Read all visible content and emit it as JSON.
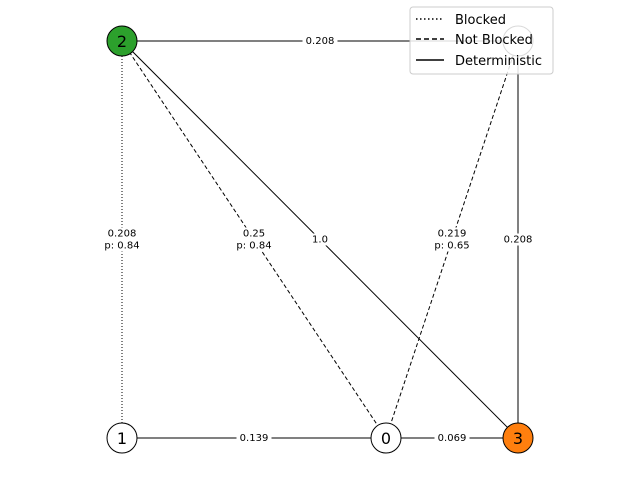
{
  "nodes": [
    {
      "id": "0",
      "label": "0",
      "color": "#ffffff"
    },
    {
      "id": "1",
      "label": "1",
      "color": "#ffffff"
    },
    {
      "id": "2",
      "label": "2",
      "color": "#2ca02c"
    },
    {
      "id": "3",
      "label": "3",
      "color": "#ff7f0e"
    },
    {
      "id": "4",
      "label": "",
      "color": "#ffffff"
    }
  ],
  "edges": [
    {
      "from": "2",
      "to": "4",
      "style": "solid",
      "weight": "0.208",
      "prob": ""
    },
    {
      "from": "2",
      "to": "1",
      "style": "dotted",
      "weight": "0.208",
      "prob": "p: 0.84"
    },
    {
      "from": "2",
      "to": "0",
      "style": "dashed",
      "weight": "0.25",
      "prob": "p: 0.84"
    },
    {
      "from": "2",
      "to": "3",
      "style": "solid",
      "weight": "1.0",
      "prob": ""
    },
    {
      "from": "4",
      "to": "0",
      "style": "dashed",
      "weight": "0.219",
      "prob": "p: 0.65"
    },
    {
      "from": "4",
      "to": "3",
      "style": "solid",
      "weight": "0.208",
      "prob": ""
    },
    {
      "from": "1",
      "to": "0",
      "style": "solid",
      "weight": "0.139",
      "prob": ""
    },
    {
      "from": "0",
      "to": "3",
      "style": "solid",
      "weight": "0.069",
      "prob": ""
    }
  ],
  "legend": {
    "items": [
      {
        "label": "Blocked",
        "style": "dotted"
      },
      {
        "label": "Not Blocked",
        "style": "dashed"
      },
      {
        "label": "Deterministic",
        "style": "solid"
      }
    ]
  }
}
